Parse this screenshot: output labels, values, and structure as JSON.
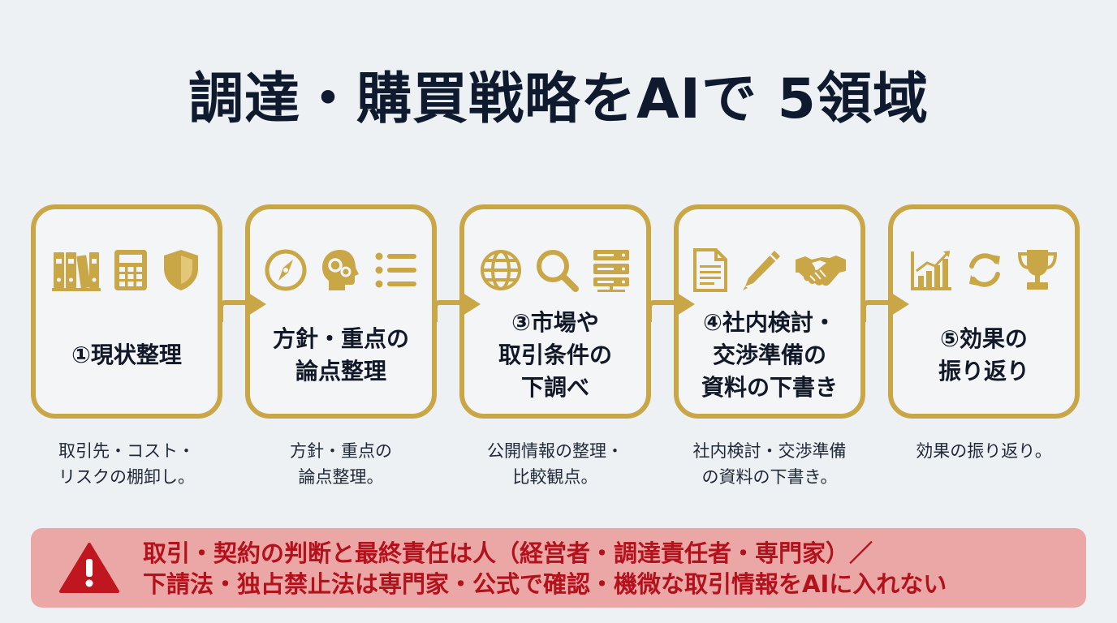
{
  "title": "調達・購買戦略をAIで 5領域",
  "steps": [
    {
      "label_lines": [
        "①現状整理"
      ],
      "icons": [
        "binders-icon",
        "calculator-icon",
        "shield-icon"
      ],
      "desc_lines": [
        "取引先・コスト・",
        "リスクの棚卸し。"
      ]
    },
    {
      "label_lines": [
        "方針・重点の",
        "論点整理"
      ],
      "icons": [
        "compass-icon",
        "brain-gear-icon",
        "checklist-icon"
      ],
      "desc_lines": [
        "方針・重点の",
        "論点整理。"
      ]
    },
    {
      "label_lines": [
        "③市場や",
        "取引条件の",
        "下調べ"
      ],
      "icons": [
        "globe-icon",
        "magnifier-icon",
        "server-icon"
      ],
      "desc_lines": [
        "公開情報の整理・",
        "比較観点。"
      ]
    },
    {
      "label_lines": [
        "④社内検討・",
        "交渉準備の",
        "資料の下書き"
      ],
      "icons": [
        "document-icon",
        "pen-icon",
        "handshake-icon"
      ],
      "desc_lines": [
        "社内検討・交渉準備",
        "の資料の下書き。"
      ]
    },
    {
      "label_lines": [
        "⑤効果の",
        "振り返り"
      ],
      "icons": [
        "bar-chart-icon",
        "refresh-icon",
        "trophy-icon"
      ],
      "desc_lines": [
        "効果の振り返り。"
      ]
    }
  ],
  "warning": {
    "icon": "warning-triangle-icon",
    "lines": [
      "取引・契約の判断と最終責任は人（経営者・調達責任者・専門家）／",
      "下請法・独占禁止法は専門家・公式で確認・機微な取引情報をAIに入れない"
    ]
  },
  "colors": {
    "accent_gold": "#c9a646",
    "title_navy": "#0f1a2e",
    "warning_bg": "#eba6a6",
    "warning_text": "#b3121c",
    "warning_icon": "#c0161f"
  }
}
